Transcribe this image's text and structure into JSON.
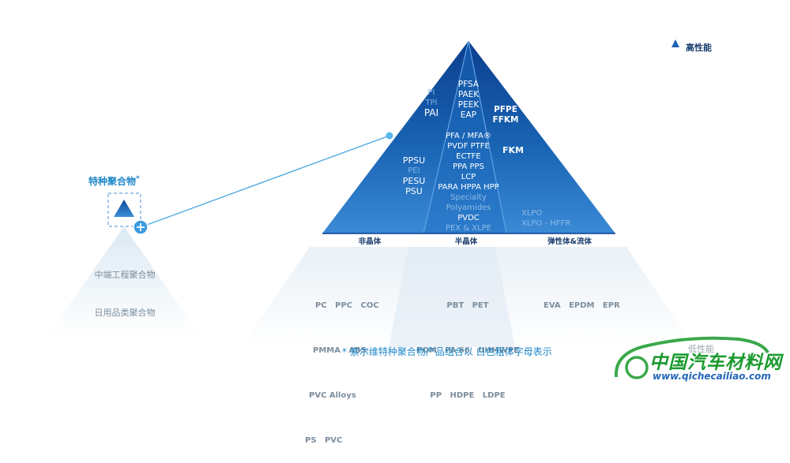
{
  "colors": {
    "brand_blue": "#1a62b0",
    "light_blue": "#5b9be0",
    "teal_text": "#1f88c8",
    "gray_text": "#7d8d9c"
  },
  "small_pyramid": {
    "title": "特种聚合物",
    "title_mark": "*",
    "mid_label": "中端工程聚合物",
    "low_label": "日用品类聚合物"
  },
  "top_pyramid": {
    "left_top": [
      "PI",
      "TPI"
    ],
    "left_top_bold": "PAI",
    "center_top": [
      "PFSA",
      "PAEK",
      "PEEK",
      "EAP"
    ],
    "right_top_bold": [
      "PFPE",
      "FFKM"
    ],
    "center_mid": [
      "PFA / MFA®",
      "PVDF PTFE",
      "ECTFE",
      "PPA  PPS",
      "LCP",
      "PARA  HPPA  HPP"
    ],
    "center_mid_gray": [
      "Specialty",
      "Polyamides"
    ],
    "center_bottom_bold": "PVDC",
    "center_bottom_gray": "PEX & XLPE",
    "left_mid_bold_1": "PPSU",
    "left_mid_gray": "PEI",
    "left_mid_bold_2": [
      "PESU",
      "PSU"
    ],
    "right_mid_bold": "FKM",
    "right_bottom_gray": [
      "XLPO",
      "XLPO - HFFR"
    ]
  },
  "categories": {
    "amorphous": "非晶体",
    "semi_crystalline": "半晶体",
    "elastomer": "弹性体&流体"
  },
  "bottom_band": {
    "left": [
      "PC   PPC   COC",
      "PMMA   ABS",
      "PVC Alloys",
      "PS   PVC"
    ],
    "center": [
      "PBT   PET",
      "POM   PA 66   UHMWPE",
      "PP   HDPE   LDPE"
    ],
    "right": [
      "EVA   EPDM   EPR"
    ]
  },
  "axis": {
    "high_label": "高性能",
    "low_label": "低性能"
  },
  "footnote": "* 索尔维特种聚合物产品组合以 白色粗体字母表示",
  "watermark": {
    "cn": "中国汽车材料网",
    "url": "www.qichecailiao.com"
  }
}
